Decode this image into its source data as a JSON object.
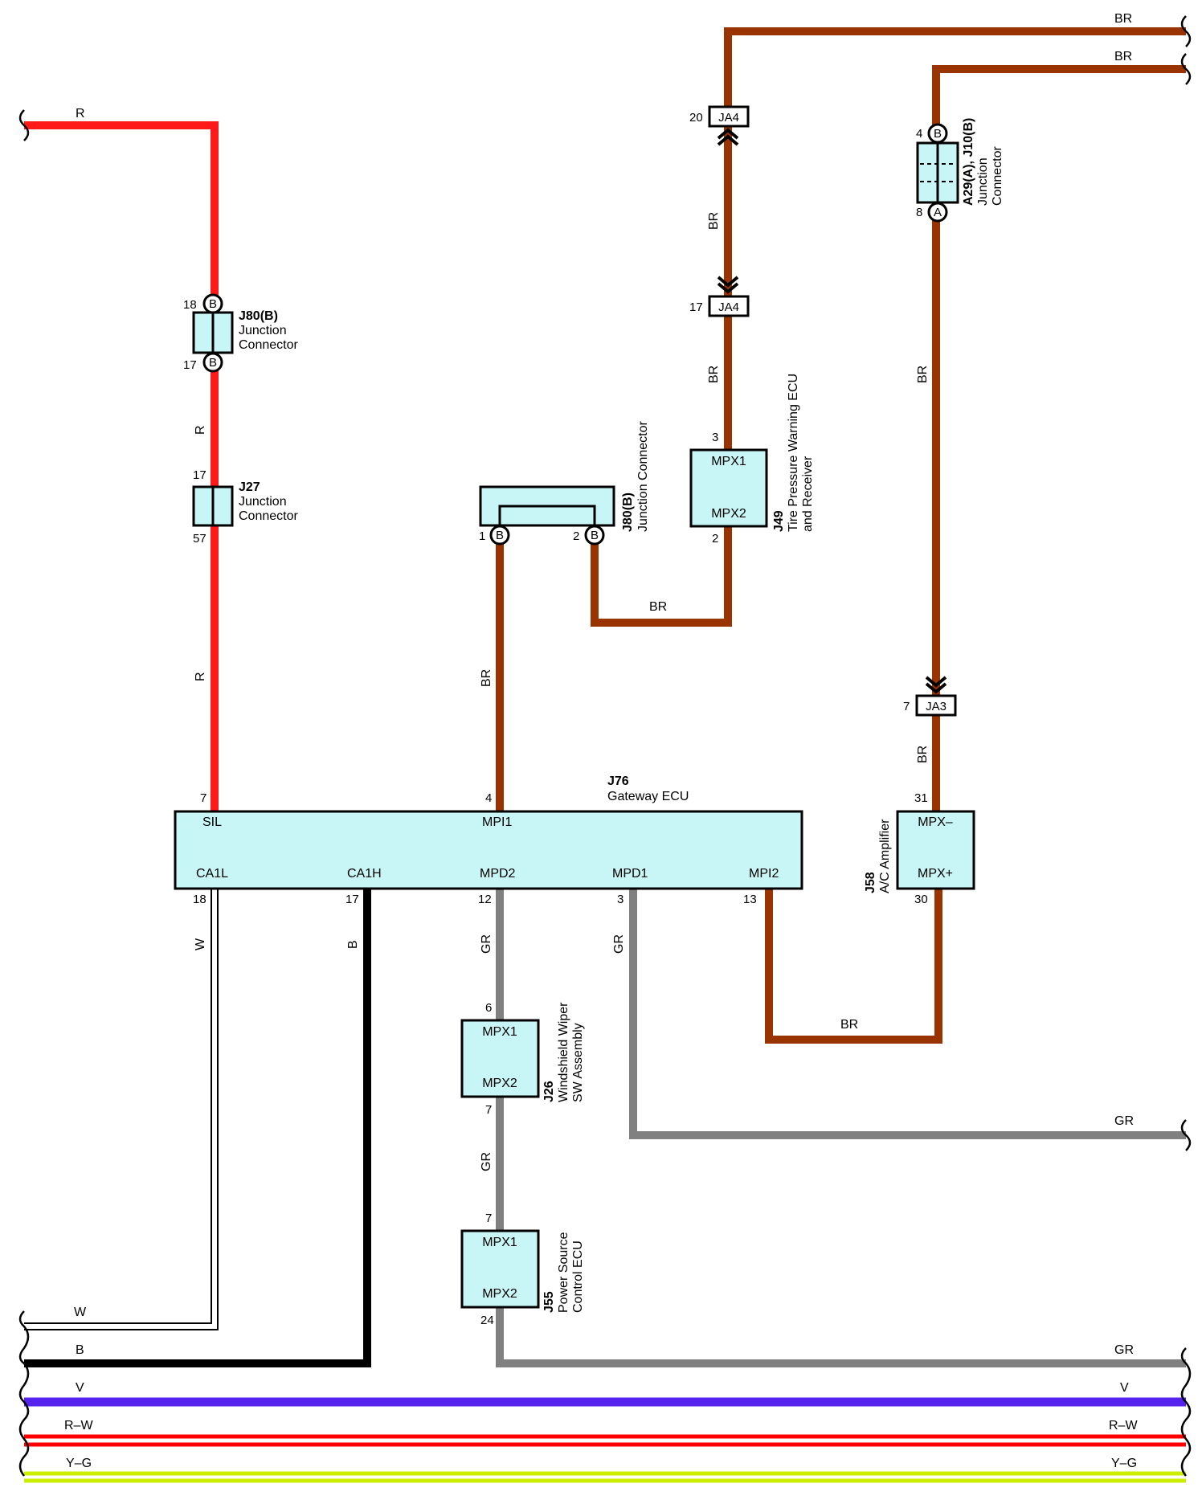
{
  "colors": {
    "R": "#ff1a1a",
    "BR": "#993300",
    "GR": "#808080",
    "B": "#000000",
    "W": "#ffffff",
    "V": "#5522ee",
    "R-W": "#ff0000",
    "Y-G": "#ccee00",
    "component_fill": "#c8f6f6"
  },
  "wire_labels": {
    "br_top1": "BR",
    "br_top2": "BR",
    "r_top": "R",
    "br_ja4_mid": "BR",
    "br_ja4_low": "BR",
    "br_right_vert": "BR",
    "r_mid1": "R",
    "r_mid2": "R",
    "br_j80_link": "BR",
    "br_mpi1": "BR",
    "br_ja3": "BR",
    "br_bottom_loop": "BR",
    "w_vert": "W",
    "b_vert": "B",
    "gr_mpd2": "GR",
    "gr_mpd1": "GR",
    "gr_j26_j55": "GR",
    "gr_right": "GR",
    "w_bottom": "W",
    "b_bottom": "B",
    "gr_bottom": "GR",
    "v_left": "V",
    "v_right": "V",
    "rw_left": "R–W",
    "rw_right": "R–W",
    "yg_left": "Y–G",
    "yg_right": "Y–G"
  },
  "connectors": {
    "ja4_upper": {
      "id": "JA4",
      "pin": "20"
    },
    "ja4_lower": {
      "id": "JA4",
      "pin": "17"
    },
    "ja3": {
      "id": "JA3",
      "pin": "7"
    }
  },
  "components": {
    "j80b_left": {
      "name": "J80(B)",
      "desc1": "Junction",
      "desc2": "Connector",
      "pin_top": "18",
      "pin_bottom": "17",
      "term_top": "B",
      "term_bottom": "B"
    },
    "j27": {
      "name": "J27",
      "desc1": "Junction",
      "desc2": "Connector",
      "pin_top": "17",
      "pin_bottom": "57"
    },
    "j80b_mid": {
      "name": "J80(B)",
      "desc": "Junction Connector",
      "pin_left": "1",
      "pin_right": "2",
      "term_left": "B",
      "term_right": "B"
    },
    "j49": {
      "name": "J49",
      "desc1": "Tire Pressure Warning ECU",
      "desc2": "and Receiver",
      "port_top": "MPX1",
      "port_bottom": "MPX2",
      "pin_top": "3",
      "pin_bottom": "2"
    },
    "a29": {
      "name": "A29(A), J10(B)",
      "desc1": "Junction",
      "desc2": "Connector",
      "pin_top": "4",
      "pin_bottom": "8",
      "term_top": "B",
      "term_bottom": "A"
    },
    "j76": {
      "name": "J76",
      "desc": "Gateway ECU",
      "ports_top": [
        {
          "label": "SIL",
          "pin": "7"
        },
        {
          "label": "MPI1",
          "pin": "4"
        }
      ],
      "ports_bottom": [
        {
          "label": "CA1L",
          "pin": "18"
        },
        {
          "label": "CA1H",
          "pin": "17"
        },
        {
          "label": "MPD2",
          "pin": "12"
        },
        {
          "label": "MPD1",
          "pin": "3"
        },
        {
          "label": "MPI2",
          "pin": "13"
        }
      ]
    },
    "j58": {
      "name": "J58",
      "desc": "A/C Amplifier",
      "port_top": "MPX–",
      "port_bottom": "MPX+",
      "pin_top": "31",
      "pin_bottom": "30"
    },
    "j26": {
      "name": "J26",
      "desc1": "Windshield Wiper",
      "desc2": "SW Assembly",
      "port_top": "MPX1",
      "port_bottom": "MPX2",
      "pin_top": "6",
      "pin_bottom": "7"
    },
    "j55": {
      "name": "J55",
      "desc1": "Power Source",
      "desc2": "Control ECU",
      "port_top": "MPX1",
      "port_bottom": "MPX2",
      "pin_top": "7",
      "pin_bottom": "24"
    }
  }
}
